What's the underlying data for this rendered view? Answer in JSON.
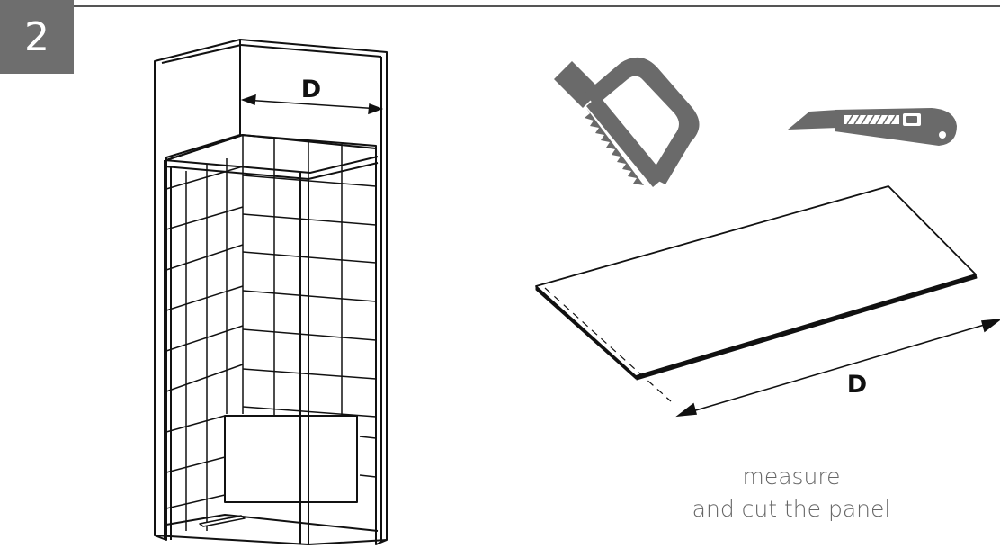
{
  "step_number": "2",
  "dimension_label_enclosure": "D",
  "dimension_label_panel": "D",
  "caption": {
    "line1": "measure",
    "line2": "and cut the panel"
  },
  "tools": [
    "hacksaw-icon",
    "utility-knife-icon"
  ],
  "colors": {
    "badge": "#6e6e6e",
    "tool": "#6a6a6a",
    "line": "#111111",
    "caption": "#666666"
  }
}
